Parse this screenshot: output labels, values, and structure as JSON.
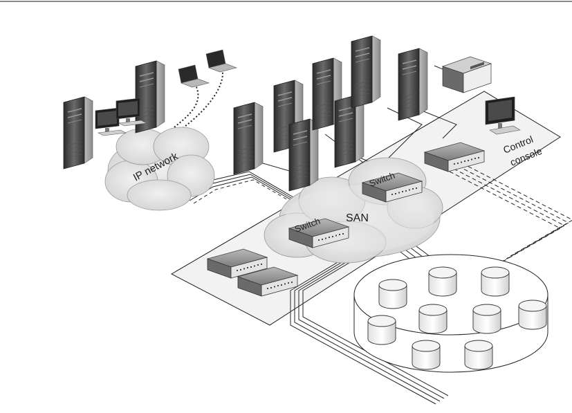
{
  "labels": {
    "ip_network": "IP network",
    "san": "SAN",
    "switch_left": "Switch",
    "switch_right": "Switch",
    "control_line1": "Control",
    "control_line2": "console"
  },
  "colors": {
    "rule": "#8a8a8a",
    "platform": "#f2f2f2",
    "cloud": "#e2e2e2",
    "tower_dark": "#3c3c3c",
    "device_gray": "#9a9a9a"
  },
  "icons": {
    "server": "server-tower-icon",
    "desktop": "desktop-computer-icon",
    "laptop": "laptop-icon",
    "switch": "network-switch-icon",
    "disk": "disk-cylinder-icon",
    "printer": "peripheral-device-icon",
    "console": "control-console-monitor-icon"
  }
}
